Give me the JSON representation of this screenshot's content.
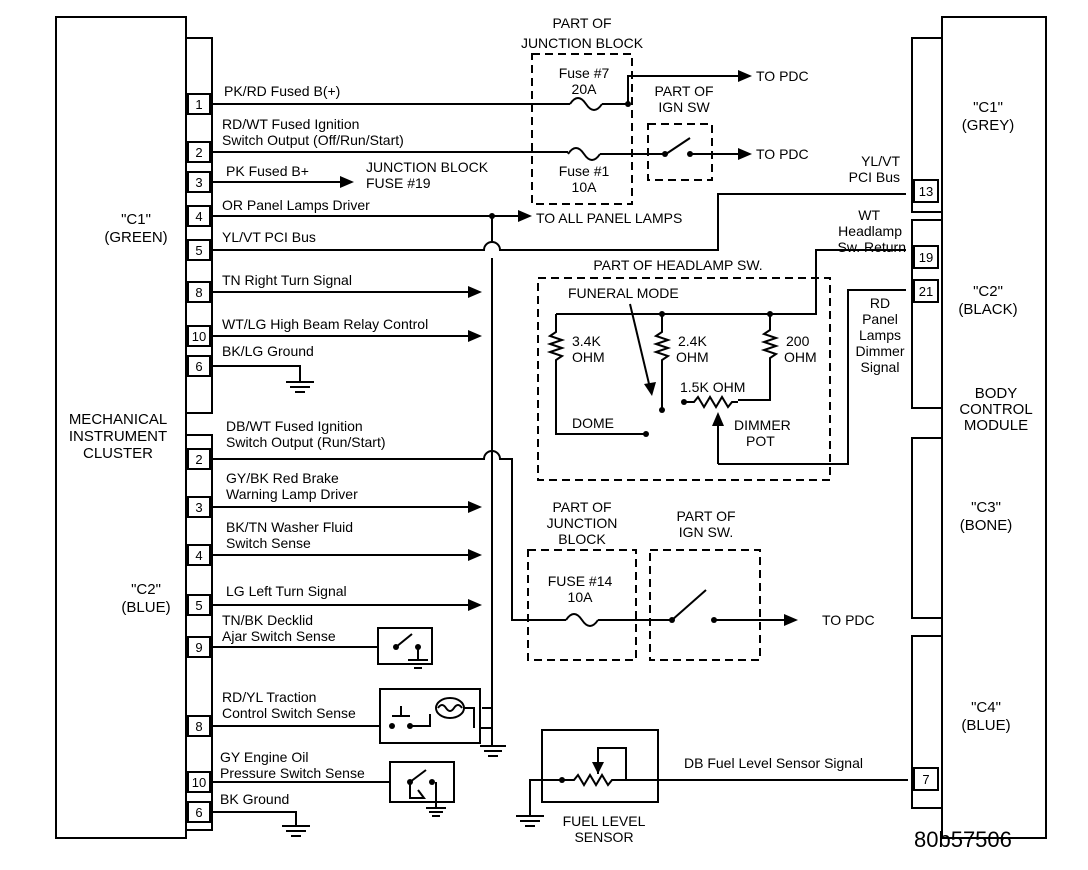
{
  "cluster": {
    "name_lines": [
      "MECHANICAL",
      "INSTRUMENT",
      "CLUSTER"
    ],
    "c1_lines": [
      "\"C1\"",
      "(GREEN)"
    ],
    "c2_lines": [
      "\"C2\"",
      "(BLUE)"
    ]
  },
  "bcm": {
    "name_lines": [
      "BODY",
      "CONTROL",
      "MODULE"
    ],
    "c1_lines": [
      "\"C1\"",
      "(GREY)"
    ],
    "c2_lines": [
      "\"C2\"",
      "(BLACK)"
    ],
    "c3_lines": [
      "\"C3\"",
      "(BONE)"
    ],
    "c4_lines": [
      "\"C4\"",
      "(BLUE)"
    ]
  },
  "c1_wires": [
    {
      "pin": "1",
      "lines": [
        "PK/RD Fused B(+)"
      ]
    },
    {
      "pin": "2",
      "lines": [
        "RD/WT Fused Ignition",
        "Switch Output (Off/Run/Start)"
      ]
    },
    {
      "pin": "3",
      "lines": [
        "PK  Fused B+"
      ]
    },
    {
      "pin": "4",
      "lines": [
        "OR Panel Lamps Driver"
      ]
    },
    {
      "pin": "5",
      "lines": [
        "YL/VT PCI Bus"
      ]
    },
    {
      "pin": "8",
      "lines": [
        "TN Right Turn Signal"
      ]
    },
    {
      "pin": "10",
      "lines": [
        "WT/LG High Beam Relay Control"
      ]
    },
    {
      "pin": "6",
      "lines": [
        "BK/LG Ground"
      ]
    }
  ],
  "c2_wires": [
    {
      "pin": "2",
      "lines": [
        "DB/WT Fused Ignition",
        "Switch Output (Run/Start)"
      ]
    },
    {
      "pin": "3",
      "lines": [
        "GY/BK Red Brake",
        "Warning Lamp Driver"
      ]
    },
    {
      "pin": "4",
      "lines": [
        "BK/TN Washer Fluid",
        "Switch Sense"
      ]
    },
    {
      "pin": "5",
      "lines": [
        "LG Left Turn Signal"
      ]
    },
    {
      "pin": "9",
      "lines": [
        "TN/BK Decklid",
        "Ajar Switch Sense"
      ]
    },
    {
      "pin": "8",
      "lines": [
        "RD/YL Traction",
        "Control Switch Sense"
      ]
    },
    {
      "pin": "10",
      "lines": [
        "GY Engine Oil",
        "Pressure Switch Sense"
      ]
    },
    {
      "pin": "6",
      "lines": [
        "BK Ground"
      ]
    }
  ],
  "junction_block_top": {
    "title_lines": [
      "PART OF",
      "JUNCTION BLOCK"
    ],
    "fuse7_lines": [
      "Fuse #7",
      "20A"
    ],
    "fuse1_lines": [
      "Fuse #1",
      "10A"
    ]
  },
  "jb_fuse19_lines": [
    "JUNCTION BLOCK",
    "FUSE #19"
  ],
  "ign_sw_top_lines": [
    "PART OF",
    "IGN SW"
  ],
  "to_pdc": "TO PDC",
  "to_all_panel_lamps": "TO ALL PANEL LAMPS",
  "bcm_wires": {
    "pci_lines": [
      "YL/VT",
      "PCI Bus"
    ],
    "headlamp_return_lines": [
      "WT",
      "Headlamp",
      "Sw. Return"
    ],
    "dimmer_signal_lines": [
      "RD",
      "Panel",
      "Lamps",
      "Dimmer",
      "Signal"
    ],
    "pin13": "13",
    "pin19": "19",
    "pin21": "21",
    "pin7": "7",
    "fuel_signal": "DB Fuel Level Sensor Signal"
  },
  "headlamp_sw": {
    "title": "PART OF HEADLAMP SW.",
    "funeral": "FUNERAL MODE",
    "r34_lines": [
      "3.4K",
      "OHM"
    ],
    "r24_lines": [
      "2.4K",
      "OHM"
    ],
    "r200_lines": [
      "200",
      "OHM"
    ],
    "r15": "1.5K OHM",
    "dome": "DOME",
    "dimmer_lines": [
      "DIMMER",
      "POT"
    ]
  },
  "junction_block_bottom": {
    "title_lines": [
      "PART OF",
      "JUNCTION",
      "BLOCK"
    ],
    "fuse_lines": [
      "FUSE #14",
      "10A"
    ]
  },
  "ign_sw_bottom_lines": [
    "PART OF",
    "IGN SW."
  ],
  "fuel_sensor_lines": [
    "FUEL LEVEL",
    "SENSOR"
  ],
  "figure_code": "80b57506"
}
